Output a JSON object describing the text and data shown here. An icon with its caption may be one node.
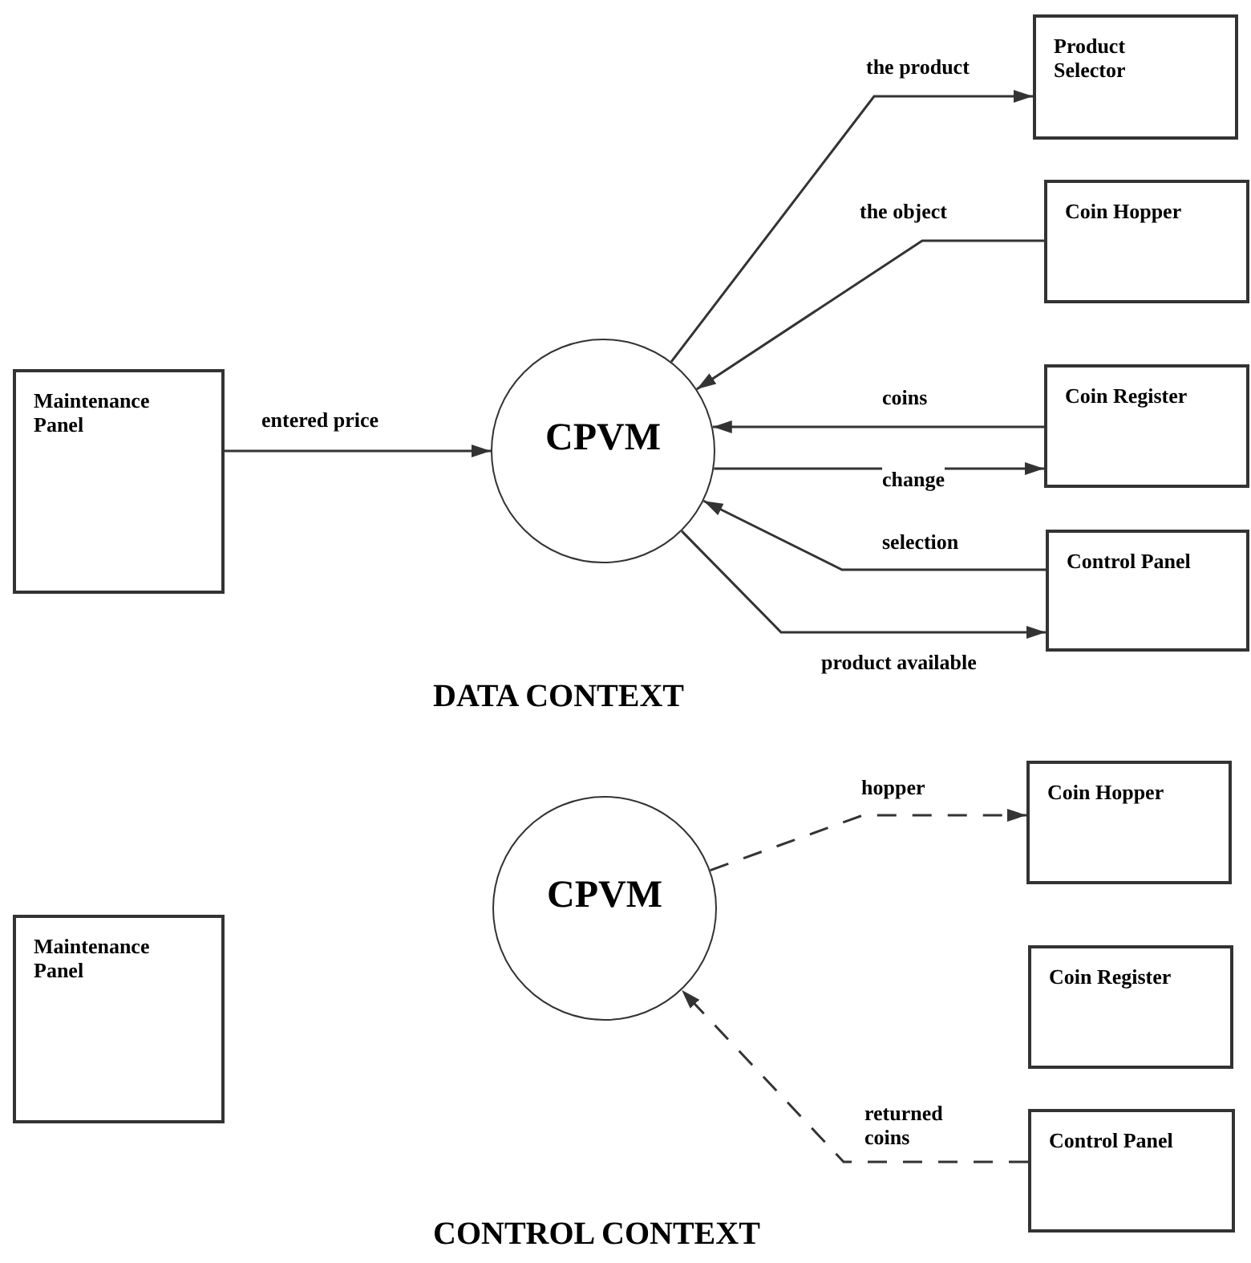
{
  "diagram": {
    "nodes": [
      {
        "text": [
          "Maintenance Panel"
        ]
      },
      {
        "text": [
          "CPVM"
        ]
      },
      {
        "text": [
          "Product Selector"
        ]
      },
      {
        "text": [
          "Coin Hopper"
        ]
      },
      {
        "text": [
          "Coin Register"
        ]
      },
      {
        "text": [
          "Control Panel"
        ]
      },
      {
        "text": [
          "Maintenance Panel"
        ]
      },
      {
        "text": [
          "CPVM"
        ]
      },
      {
        "text": [
          "Coin Hopper"
        ]
      },
      {
        "text": [
          "Coin Register"
        ]
      },
      {
        "text": [
          "Control Panel"
        ]
      }
    ],
    "edges": [
      {
        "from": 0,
        "to": 1,
        "arrow": "to",
        "label": "entered price"
      },
      {
        "from": 1,
        "to": 2,
        "arrow": "to",
        "label": "the product"
      },
      {
        "from": 3,
        "to": 1,
        "arrow": "to",
        "label": "the object"
      },
      {
        "from": 4,
        "to": 1,
        "arrow": "to",
        "label": "coins"
      },
      {
        "from": 1,
        "to": 4,
        "arrow": "to",
        "label": "change"
      },
      {
        "from": 5,
        "to": 1,
        "arrow": "to",
        "label": "selection"
      },
      {
        "from": 1,
        "to": 5,
        "arrow": "to",
        "label": "product available"
      },
      {
        "from": 7,
        "to": 8,
        "arrow": "to",
        "label": "hopper",
        "style": "dashed"
      },
      {
        "from": 10,
        "to": 7,
        "arrow": "to",
        "label": "returned coins",
        "style": "dashed"
      }
    ],
    "labels": [
      "DATA CONTEXT",
      "CONTROL CONTEXT"
    ]
  }
}
